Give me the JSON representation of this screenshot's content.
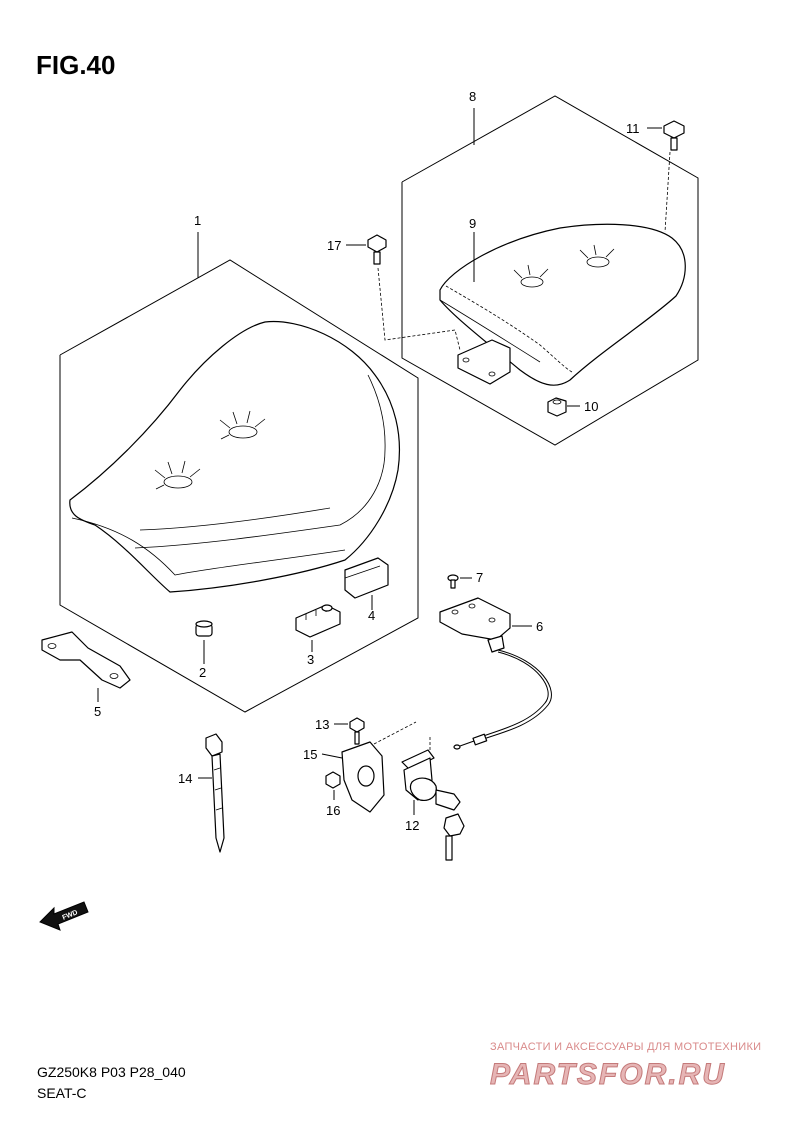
{
  "figure": {
    "title": "FIG.40"
  },
  "callouts": {
    "c1": "1",
    "c2": "2",
    "c3": "3",
    "c4": "4",
    "c5": "5",
    "c6": "6",
    "c7": "7",
    "c8": "8",
    "c9": "9",
    "c10": "10",
    "c11": "11",
    "c12": "12",
    "c13": "13",
    "c14": "14",
    "c15": "15",
    "c16": "16",
    "c17": "17"
  },
  "fwd_arrow": {
    "label": "FWD"
  },
  "footer": {
    "code": "GZ250K8 P03 P28_040",
    "name": "SEAT-C"
  },
  "watermark": {
    "tagline": "ЗАПЧАСТИ И АКСЕССУАРЫ ДЛЯ МОТОТЕХНИКИ",
    "brand": "PARTSFOR.RU"
  }
}
